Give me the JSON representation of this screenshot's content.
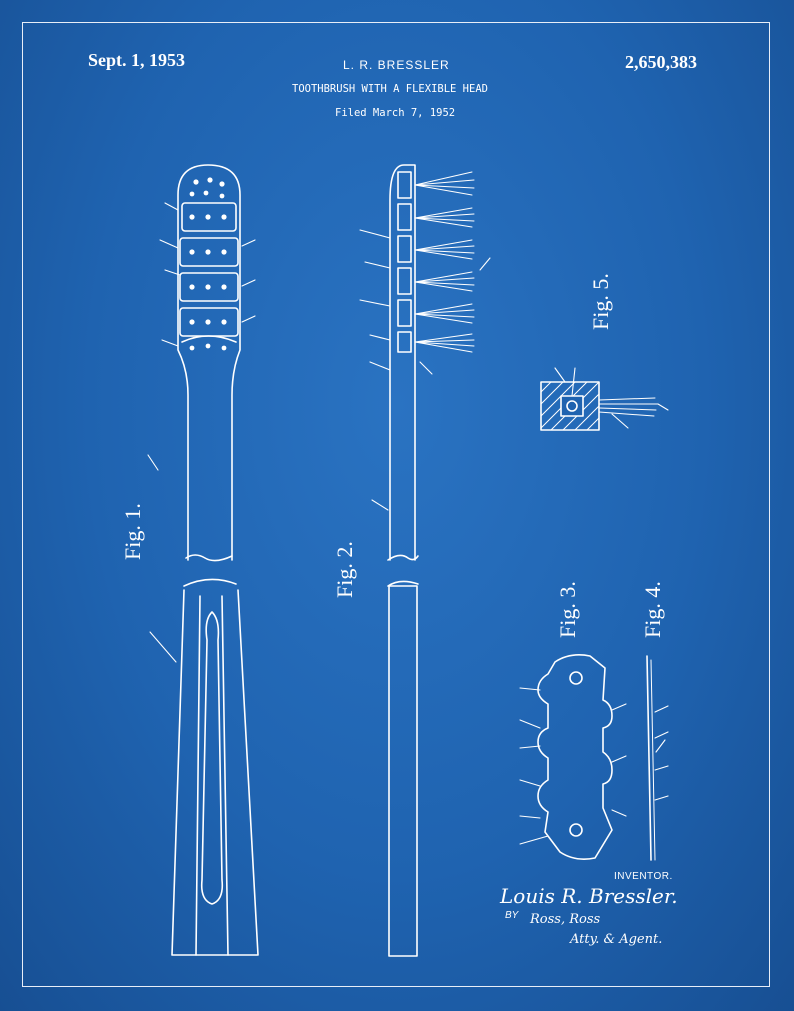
{
  "header": {
    "date": "Sept. 1, 1953",
    "inventor": "L. R. BRESSLER",
    "patent_number": "2,650,383",
    "title": "TOOTHBRUSH WITH A FLEXIBLE HEAD",
    "filed": "Filed March 7, 1952"
  },
  "figures": {
    "fig1": "Fig. 1.",
    "fig2": "Fig. 2.",
    "fig3": "Fig. 3.",
    "fig4": "Fig. 4.",
    "fig5": "Fig. 5."
  },
  "footer": {
    "inventor_label": "INVENTOR.",
    "inventor_signature": "Louis R. Bressler.",
    "by_label": "BY",
    "attorney_signature": "Ross, Ross",
    "agent_signature": "Atty. & Agent."
  },
  "colors": {
    "background": "#1f63b0",
    "ink": "#ffffff"
  }
}
